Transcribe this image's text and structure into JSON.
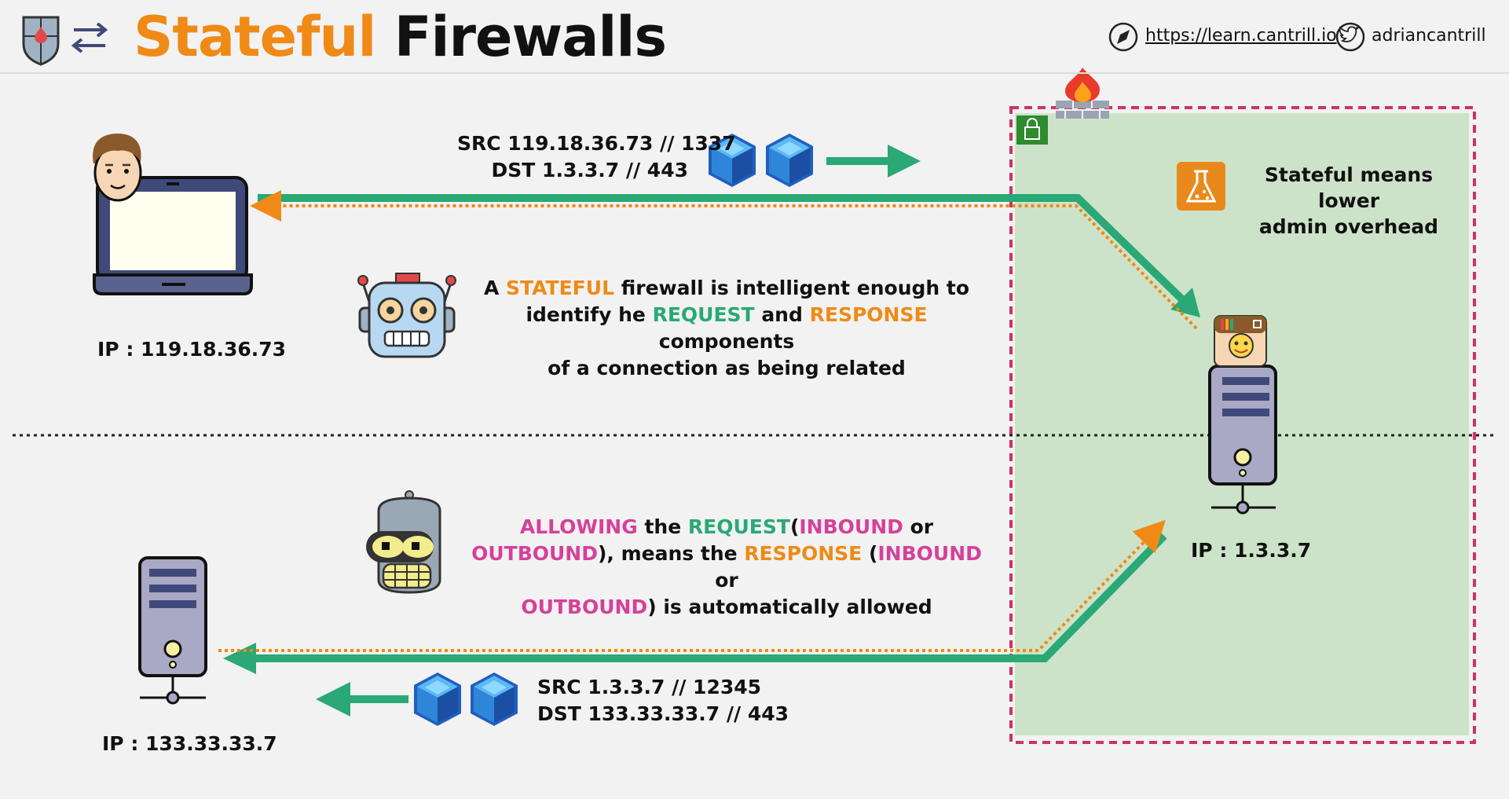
{
  "header": {
    "title_part1": "Stateful",
    "title_part2": "Firewalls",
    "website": "https://learn.cantrill.io",
    "twitter": "adriancantrill",
    "icons": [
      "shield-logo-icon",
      "transfer-arrows-icon",
      "compass-icon",
      "twitter-icon"
    ]
  },
  "client": {
    "ip_label": "IP : 119.18.36.73"
  },
  "server": {
    "ip_label": "IP : 1.3.3.7"
  },
  "remote": {
    "ip_label": "IP : 133.33.33.7"
  },
  "packet_out": {
    "src": "SRC 119.18.36.73 // 1337",
    "dst": "DST 1.3.3.7 // 443"
  },
  "packet_in": {
    "src": "SRC 1.3.3.7 // 12345",
    "dst": "DST 133.33.33.7 // 443"
  },
  "explanation_1": {
    "w1": "A",
    "w2": "STATEFUL",
    "w3": "firewall is intelligent enough to",
    "w4": "identify he",
    "w5": "REQUEST",
    "w6": "and",
    "w7": "RESPONSE",
    "w8": "components",
    "w9": "of a connection as being related"
  },
  "explanation_2": {
    "w1": "ALLOWING",
    "w2": "the",
    "w3": "REQUEST",
    "w4": "(",
    "w5": "INBOUND",
    "w6": "or",
    "w7": "OUTBOUND",
    "w8": "), means the",
    "w9": "RESPONSE",
    "w10": "(",
    "w11": "INBOUND",
    "w12": "or",
    "w13": "OUTBOUND",
    "w14": ") is automatically allowed"
  },
  "side_note": {
    "line1": "Stateful means lower",
    "line2": "admin overhead"
  },
  "colors": {
    "accent_orange": "#ef8a17",
    "green": "#2aa876",
    "pink": "#d6409a",
    "zone_fill": "#cde3c9",
    "zone_border": "#cc3366"
  }
}
